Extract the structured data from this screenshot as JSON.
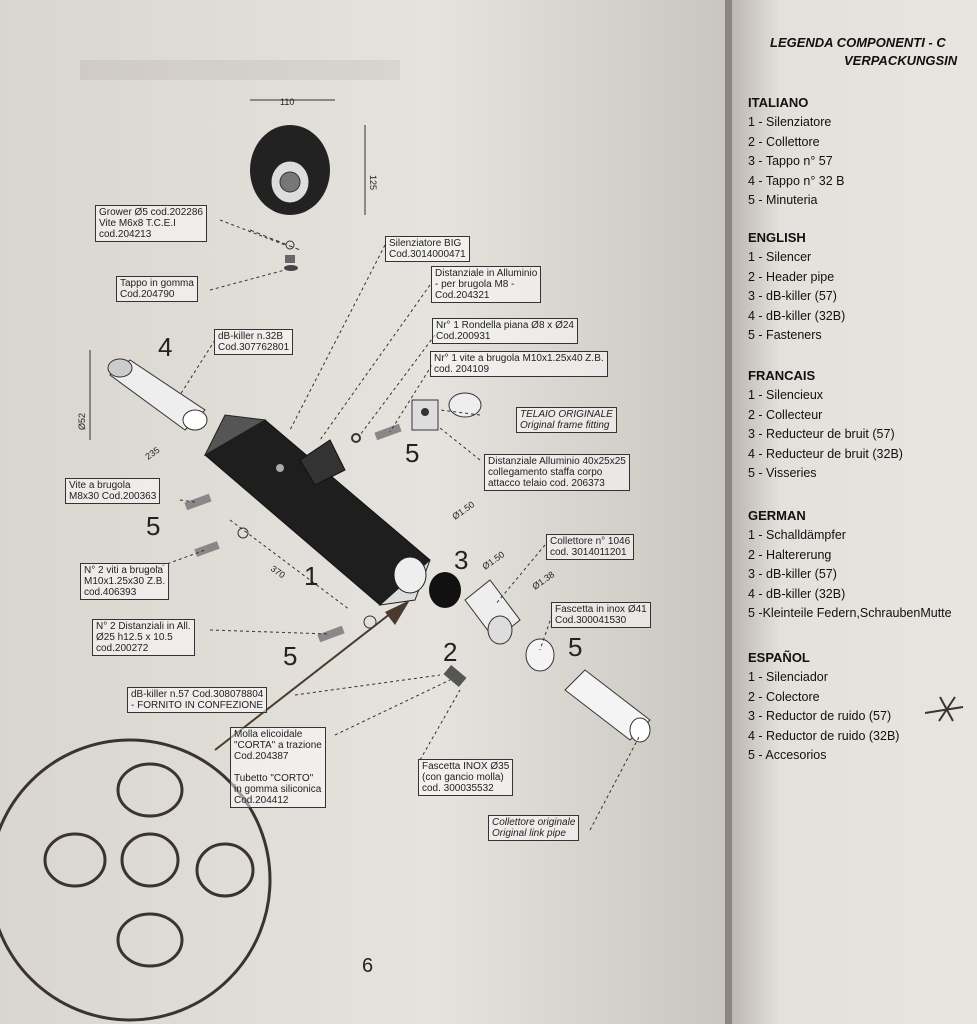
{
  "labels": {
    "grower": "Grower Ø5 cod.202286\nVite M6x8 T.C.E.I\ncod.204213",
    "tappo": "Tappo in gomma\nCod.204790",
    "silenziatore": "Silenziatore BIG\nCod.3014000471",
    "distanziale_alluminio": "Distanziale in Alluminio\n- per brugola M8 -\nCod.204321",
    "rondella": "Nr° 1 Rondella piana Ø8 x Ø24\nCod.200931",
    "vite_brugola_m10": "Nr° 1 vite a brugola M10x1.25x40 Z.B.\ncod. 204109",
    "dbkiller_32b": "dB-killer n.32B\nCod.307762801",
    "telaio": "TELAIO ORIGINALE\nOriginal frame fitting",
    "distanziale_40x25": "Distanziale Alluminio 40x25x25\ncollegamento staffa corpo\nattacco telaio cod. 206373",
    "vite_m8x30": "Vite a brugola\nM8x30 Cod.200363",
    "collettore_1046": "Collettore n° 1046\ncod. 3014011201",
    "viti_m10x30": "N° 2 viti a brugola\nM10x1.25x30 Z.B.\ncod.406393",
    "fascetta_41": "Fascetta in inox Ø41\nCod.300041530",
    "distanziali_all": "N° 2 Distanziali in All.\nØ25 h12.5 x 10.5\ncod.200272",
    "dbkiller_57": "dB-killer n.57 Cod.308078804\n- FORNITO IN CONFEZIONE",
    "molla": "Molla elicoidale\n\"CORTA\" a trazione\nCod.204387\n\nTubetto \"CORTO\"\nin gomma siliconica\nCod.204412",
    "fascetta_35": "Fascetta INOX Ø35\n(con gancio molla)\ncod. 300035532",
    "collettore_originale": "Collettore originale\nOriginal link pipe"
  },
  "numbers": {
    "n4": "4",
    "n5_a": "5",
    "n5_b": "5",
    "n1": "1",
    "n3": "3",
    "n5_c": "5",
    "n2": "2",
    "n5_d": "5"
  },
  "dimensions": {
    "d110": "110",
    "d125": "125",
    "d52": "Ø52",
    "d235": "235",
    "d370": "370",
    "d50a": "Ø1.50",
    "d50b": "Ø1.50",
    "d38": "Ø1.38"
  },
  "page_number": "6",
  "legend": {
    "title_line1": "LEGENDA COMPONENTI - C",
    "title_line2": "VERPACKUNGSIN",
    "sections": [
      {
        "heading": "ITALIANO",
        "items": [
          "1 - Silenziatore",
          "2 - Collettore",
          "3 - Tappo n° 57",
          "4 - Tappo n° 32 B",
          "5 - Minuteria"
        ]
      },
      {
        "heading": "ENGLISH",
        "items": [
          "1 - Silencer",
          "2 - Header pipe",
          "3 - dB-killer (57)",
          "4 - dB-killer (32B)",
          "5 - Fasteners"
        ]
      },
      {
        "heading": "FRANCAIS",
        "items": [
          "1 - Silencieux",
          "2 - Collecteur",
          "3 - Reducteur de bruit (57)",
          "4 - Reducteur de bruit (32B)",
          "5 -  Visseries"
        ]
      },
      {
        "heading": "GERMAN",
        "items": [
          "1 - Schalldämpfer",
          "2 - Haltererung",
          "3 - dB-killer (57)",
          "4 - dB-killer (32B)",
          "5 -Kleinteile Federn,SchraubenMutte"
        ]
      },
      {
        "heading": "ESPAÑOL",
        "items": [
          "1 - Silenciador",
          "2 - Colectore",
          "3 - Reductor de ruido (57)",
          "4 - Reductor de ruido (32B)",
          "5 - Accesorios"
        ]
      }
    ]
  }
}
